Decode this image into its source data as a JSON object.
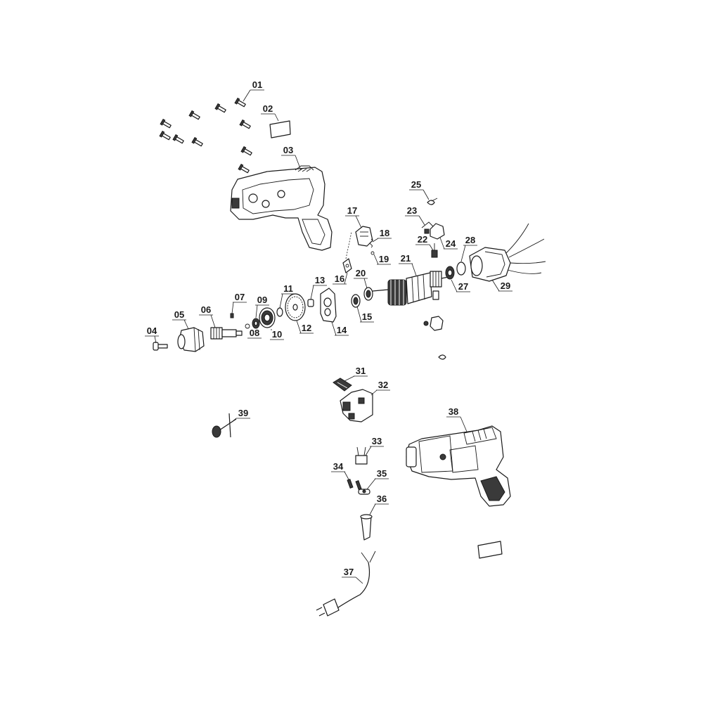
{
  "parts": [
    {
      "num": "01"
    },
    {
      "num": "02"
    },
    {
      "num": "03"
    },
    {
      "num": "04"
    },
    {
      "num": "05"
    },
    {
      "num": "06"
    },
    {
      "num": "07"
    },
    {
      "num": "08"
    },
    {
      "num": "09"
    },
    {
      "num": "10"
    },
    {
      "num": "11"
    },
    {
      "num": "12"
    },
    {
      "num": "13"
    },
    {
      "num": "14"
    },
    {
      "num": "15"
    },
    {
      "num": "16"
    },
    {
      "num": "17"
    },
    {
      "num": "18"
    },
    {
      "num": "19"
    },
    {
      "num": "20"
    },
    {
      "num": "21"
    },
    {
      "num": "22"
    },
    {
      "num": "23"
    },
    {
      "num": "24"
    },
    {
      "num": "25"
    },
    {
      "num": "27"
    },
    {
      "num": "28"
    },
    {
      "num": "29"
    },
    {
      "num": "31"
    },
    {
      "num": "32"
    },
    {
      "num": "33"
    },
    {
      "num": "34"
    },
    {
      "num": "35"
    },
    {
      "num": "36"
    },
    {
      "num": "37"
    },
    {
      "num": "38"
    },
    {
      "num": "39"
    }
  ]
}
